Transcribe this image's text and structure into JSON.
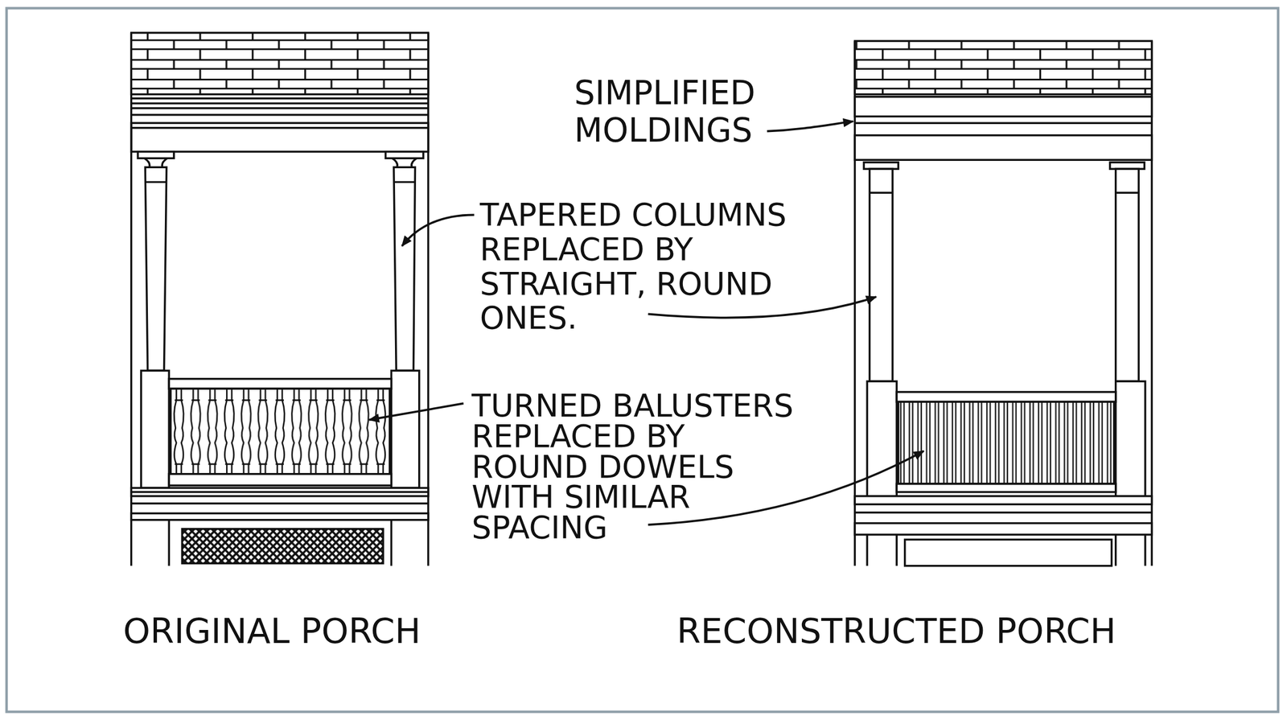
{
  "diagram": {
    "labels": [
      "SIMPLIFIED MOLDINGS",
      "TAPERED COLUMNS REPLACED BY STRAIGHT, ROUND ONES.",
      "TURNED BALUSTERS REPLACED BY ROUND DOWELS WITH SIMILAR SPACING",
      "ORIGINAL PORCH",
      "RECONSTRUCTED PORCH"
    ]
  }
}
